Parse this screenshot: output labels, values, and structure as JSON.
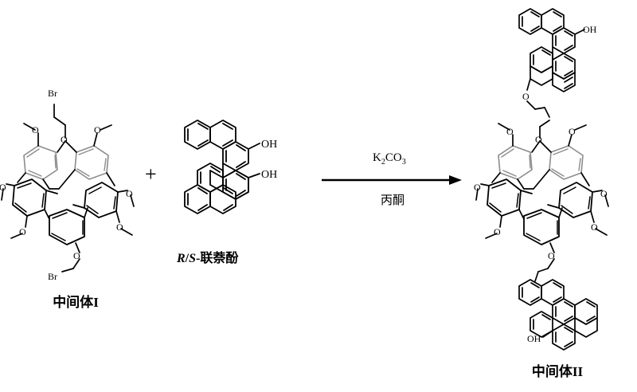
{
  "diagram": {
    "type": "chemical-reaction-scheme",
    "title": "",
    "reactants": [
      {
        "id": "intermediate-1",
        "label": "中间体",
        "label_roman": "I",
        "description": "calixarene-like macrocycle with two bromoethoxy arms and methoxy groups",
        "atom_labels": [
          "Br",
          "O",
          "O",
          "O",
          "O",
          "O",
          "O",
          "O",
          "O",
          "Br"
        ]
      },
      {
        "id": "binaphthol",
        "label_prefix": "R",
        "label_slash": "/",
        "label_italic": "S",
        "label_suffix": "-联萘酚",
        "atom_labels": [
          "OH",
          "OH"
        ]
      }
    ],
    "plus": "+",
    "arrow": {
      "reagent_above": "K2CO3",
      "reagent_above_parts": {
        "pre": "K",
        "sub1": "2",
        "mid": "CO",
        "sub2": "3"
      },
      "reagent_below": "丙酮"
    },
    "products": [
      {
        "id": "intermediate-2",
        "label": "中间体",
        "label_roman": "II",
        "description": "macrocycle with two binaphthol units attached via ether linkages",
        "atom_labels": [
          "OH",
          "O",
          "O",
          "O",
          "O",
          "O",
          "O",
          "O",
          "O",
          "OH"
        ]
      }
    ],
    "colors": {
      "stroke": "#000000",
      "background": "#ffffff",
      "gray_stroke": "#8c8c8c"
    }
  }
}
